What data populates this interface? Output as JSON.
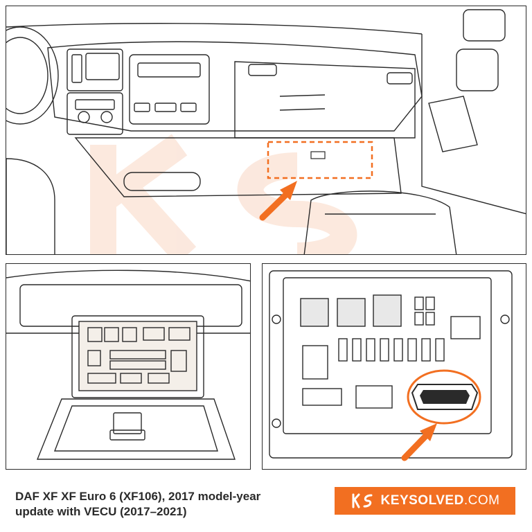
{
  "caption": {
    "line1": "DAF XF XF Euro 6 (XF106), 2017 model-year",
    "line2": "update with VECU (2017–2021)"
  },
  "brand": {
    "name": "KEYSOLVED",
    "tld": ".COM",
    "logo": "ks-logo-mark",
    "color": "#f26f21"
  },
  "colors": {
    "accent": "#f26f21",
    "line": "#2a2a2a",
    "background": "#ffffff",
    "watermark": "#fbe3d6"
  },
  "panels": {
    "top": {
      "subject": "truck-cab-dashboard",
      "highlight": "glovebox-lower-panel",
      "icon": "pointer-arrow-icon"
    },
    "bottom_left": {
      "subject": "open-glovebox-fusebox"
    },
    "bottom_right": {
      "subject": "fusebox-closeup",
      "highlight": "diagnostic-connector",
      "icon": "pointer-arrow-icon"
    }
  }
}
